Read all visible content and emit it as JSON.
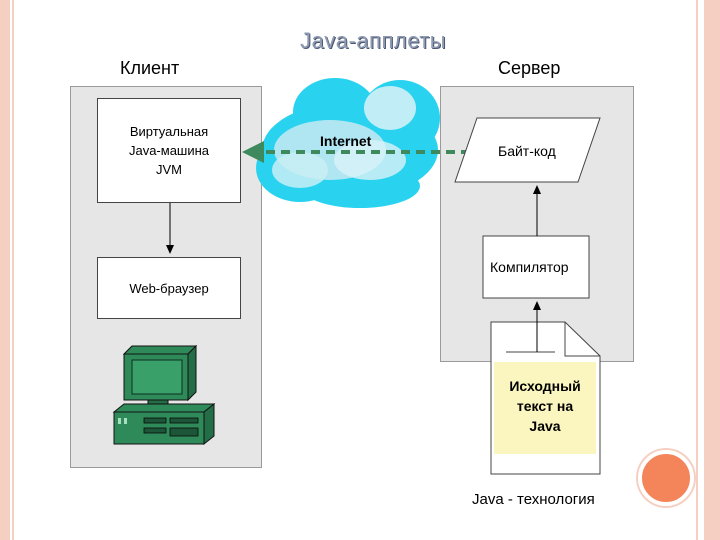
{
  "title": "Java-апплеты",
  "client": {
    "heading": "Клиент",
    "jvm_box": {
      "line1": "Виртуальная",
      "line2": "Java-машина",
      "line3": "JVM"
    },
    "browser_box": "Web-браузер",
    "computer_icon": "desktop-computer-icon"
  },
  "server": {
    "heading": "Сервер",
    "bytecode": "Байт-код",
    "compiler": "Компилятор",
    "source_doc": {
      "line1": "Исходный",
      "line2": "текст на",
      "line3": "Java"
    }
  },
  "network": {
    "label": "Internet",
    "icon": "cloud-icon"
  },
  "footer": "Java - технология",
  "colors": {
    "frame": "#f6cfc3",
    "accent_circle": "#f4845a",
    "cloud": "#29d3f0",
    "arrow_internet": "#3f8a5c",
    "source_highlight": "#fbf5c0",
    "computer": "#2f8a5a"
  }
}
